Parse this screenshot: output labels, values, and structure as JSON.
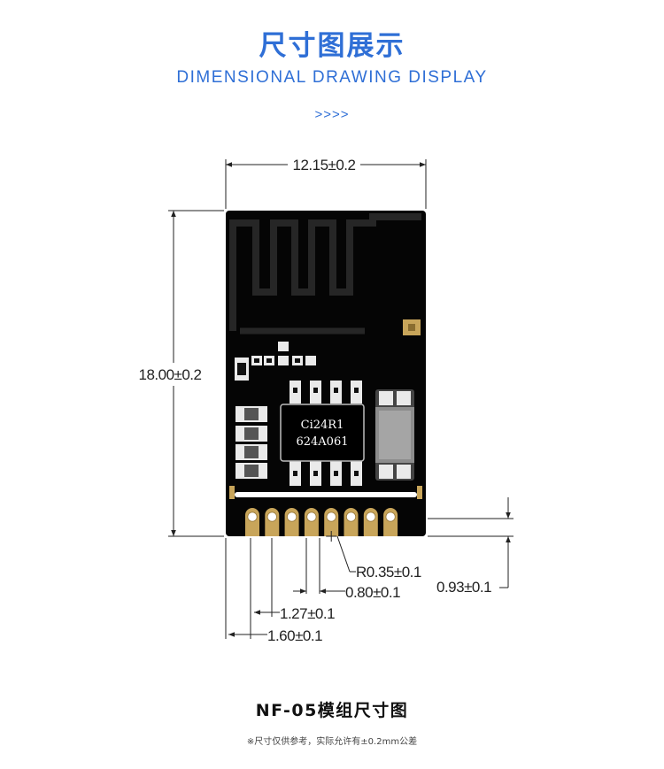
{
  "header": {
    "title": "尺寸图展示",
    "subtitle": "DIMENSIONAL DRAWING DISPLAY",
    "arrows": ">>>>"
  },
  "chip": {
    "line1": "Ci24R1",
    "line2": "624A061"
  },
  "dimensions": {
    "width": "12.15±0.2",
    "height": "18.00±0.2",
    "pad_radius": "R0.35±0.1",
    "pad_width": "0.80±0.1",
    "pitch": "1.27±0.1",
    "edge_offset": "1.60±0.1",
    "pad_height": "0.93±0.1"
  },
  "footer": {
    "caption": "NF-05模组尺寸图",
    "note": "※尺寸仅供参考，实际允许有±0.2mm公差"
  },
  "colors": {
    "accent": "#2f6fd6",
    "board": "#050505",
    "gold": "#c8a55a"
  }
}
